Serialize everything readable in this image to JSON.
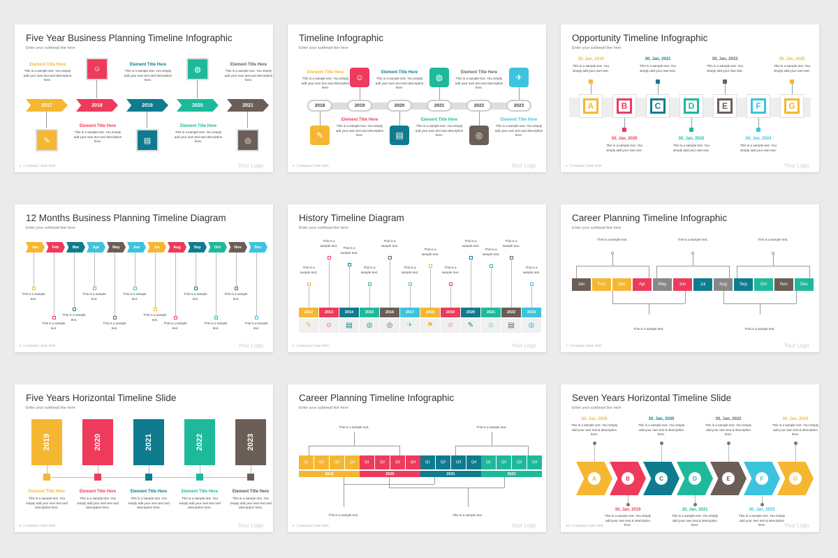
{
  "colors": {
    "orange": "#f5b731",
    "red": "#ee3a5b",
    "teal": "#0e7c8e",
    "green": "#1eb99b",
    "brown": "#6b5e56",
    "cyan": "#3cc3de",
    "gray": "#888888"
  },
  "common": {
    "subhead": "Enter your subhead line here",
    "logo": "Your Logo",
    "footer": "| Company | Date 2020",
    "sample": "This is a sample text.",
    "sample_desc": "This is a sample text. You simply add your own text and description here.",
    "elem_title": "Element Title Here",
    "sample_short": "This is a sample text. You simply add your own text."
  },
  "slides": [
    {
      "title": "Five Year Business Planning Timeline Infographic",
      "page": "2",
      "years": [
        "2017",
        "2018",
        "2019",
        "2020",
        "2021"
      ],
      "icons": [
        "edit-icon",
        "team-icon",
        "clipboard-icon",
        "globe-icon",
        "target-icon"
      ]
    },
    {
      "title": "Timeline Infographic",
      "page": "3",
      "years": [
        "2018",
        "2019",
        "2020",
        "2021",
        "2022",
        "2023"
      ]
    },
    {
      "title": "Opportunity Timeline Infographic",
      "page": "4",
      "letters": [
        "A",
        "B",
        "C",
        "D",
        "E",
        "F",
        "G"
      ],
      "top_dates": [
        "30, Jan, 2019",
        "30, Jan, 2021",
        "30, Jan, 2023",
        "30, Jan, 2025"
      ],
      "bottom_dates": [
        "30, Jan, 2020",
        "30, Jan, 2022",
        "30, Jan, 2024"
      ]
    },
    {
      "title": "12 Months Business Planning Timeline Diagram",
      "page": "5",
      "months": [
        "Jan",
        "Feb",
        "Mar",
        "Apr",
        "May",
        "Jun",
        "Jul",
        "Aug",
        "Sep",
        "Oct",
        "Nov",
        "Dec"
      ]
    },
    {
      "title": "History Timeline Diagram",
      "page": "6",
      "years": [
        "2012",
        "2013",
        "2014",
        "2015",
        "2016",
        "2017",
        "2018",
        "2019",
        "2020",
        "2021",
        "2022",
        "2023"
      ]
    },
    {
      "title": "Career Planning Timeline Infographic",
      "page": "7",
      "months": [
        "Jan",
        "Feb",
        "Mar",
        "Apr",
        "May",
        "Jun",
        "Jul",
        "Aug",
        "Sep",
        "Oct",
        "Nov",
        "Dec"
      ]
    },
    {
      "title": "Five Years Horizontal Timeline Slide",
      "page": "8",
      "years": [
        "2019",
        "2020",
        "2021",
        "2022",
        "2023"
      ]
    },
    {
      "title": "Career Planning Timeline Infographic",
      "page": "9",
      "quarters": [
        "Q1",
        "Q2",
        "Q3",
        "Q4"
      ],
      "years": [
        "2019",
        "2020",
        "2021",
        "2022"
      ]
    },
    {
      "title": "Seven Years Horizontal Timeline Slide",
      "page": "10",
      "letters": [
        "A",
        "B",
        "C",
        "D",
        "E",
        "F",
        "G"
      ],
      "top_dates": [
        "30, Jan, 2018",
        "30, Jan, 2020",
        "30, Jan, 2022",
        "30, Jan, 2024"
      ],
      "bottom_dates": [
        "30, Jan, 2019",
        "30, Jan, 2021",
        "30, Jan, 2023"
      ],
      "desc": "This is a sample text. You simply add your own text & description here."
    }
  ]
}
